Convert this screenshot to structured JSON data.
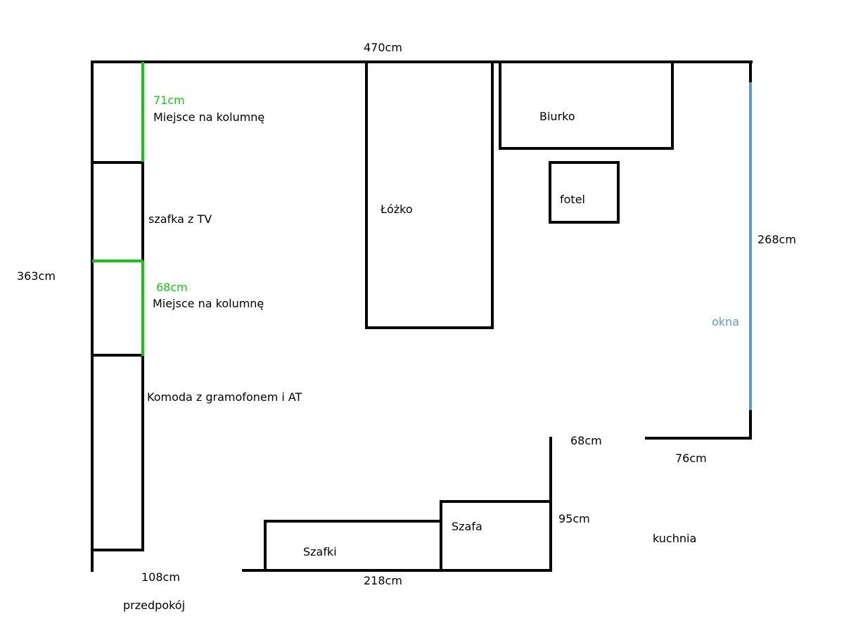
{
  "colors": {
    "wall": "#000000",
    "speaker_space": "#12c812",
    "window": "#5b9bd5"
  },
  "dimensions": {
    "top_width": "470cm",
    "left_height": "363cm",
    "right_height": "268cm",
    "speaker_top": "71cm",
    "speaker_bottom": "68cm",
    "door_right_a": "68cm",
    "door_right_b": "76cm",
    "wardrobe_side": "95cm",
    "bottom_cabinets": "218cm",
    "entrance": "108cm"
  },
  "labels": {
    "speaker_top": "Miejsce na kolumnę",
    "tv_cabinet": "szafka z TV",
    "speaker_bottom": "Miejsce na kolumnę",
    "dresser": "Komoda z gramofonem i AT",
    "bed": "Łóżko",
    "desk": "Biurko",
    "armchair": "fotel",
    "windows": "okna",
    "wardrobe": "Szafa",
    "cabinets": "Szafki",
    "kitchen": "kuchnia",
    "hallway": "przedpokój"
  }
}
